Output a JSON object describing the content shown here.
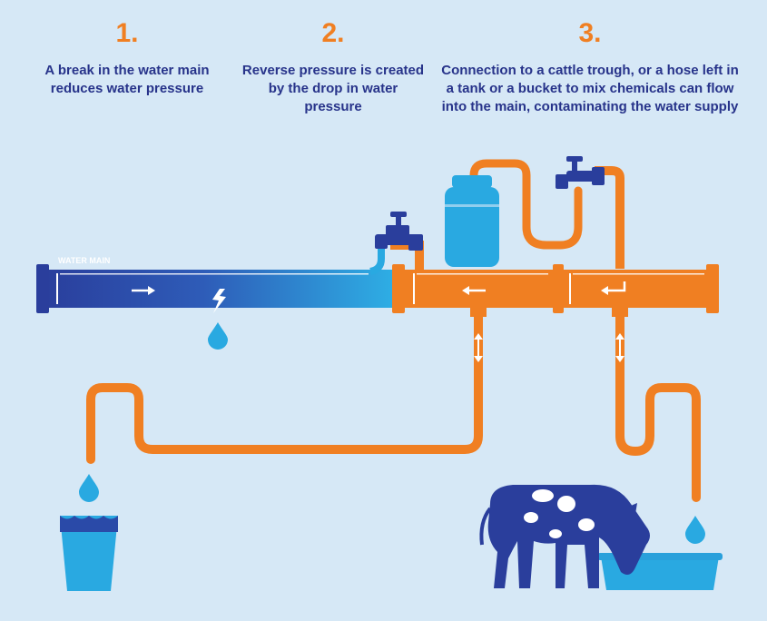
{
  "steps": [
    {
      "number": "1.",
      "text": "A break in the water main reduces water pressure"
    },
    {
      "number": "2.",
      "text": "Reverse pressure is created by the drop in water pressure"
    },
    {
      "number": "3.",
      "text": "Connection to a cattle trough, or a hose left in a tank or a bucket to mix chemicals can flow into the main, contaminating the water supply"
    }
  ],
  "water_main_label": "WATER MAIN",
  "colors": {
    "background": "#d6e8f6",
    "orange": "#f07f22",
    "navy": "#27338a",
    "blue_dark": "#2a4aa8",
    "blue_light": "#29a9e1"
  },
  "icons": [
    "break-icon",
    "water-drop-icon",
    "tap-icon",
    "tank-icon",
    "glass-icon",
    "cow-icon",
    "trough-icon",
    "arrow-icon"
  ]
}
